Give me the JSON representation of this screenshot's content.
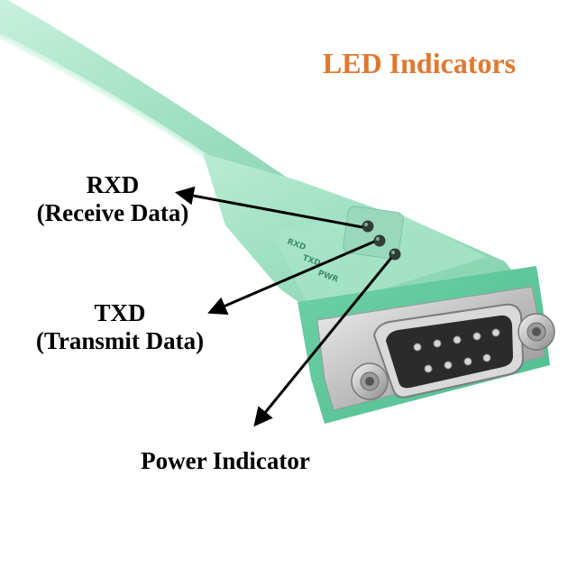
{
  "title": "LED Indicators",
  "colors": {
    "title": "#e0782f",
    "cable": "#9fe0c3",
    "connector_metal": "#c9c9c9",
    "pins_insulator": "#2b2b2b",
    "arrow": "#000000"
  },
  "callouts": {
    "rxd": {
      "name": "RXD",
      "description": "(Receive Data)"
    },
    "txd": {
      "name": "TXD",
      "description": "(Transmit Data)"
    },
    "power": {
      "name": "Power Indicator"
    }
  },
  "led_labels": {
    "rxd": "RXD",
    "txd": "TXD",
    "pwr": "PWR"
  },
  "connector": {
    "type": "DB9 serial connector",
    "pin_count": 9
  }
}
